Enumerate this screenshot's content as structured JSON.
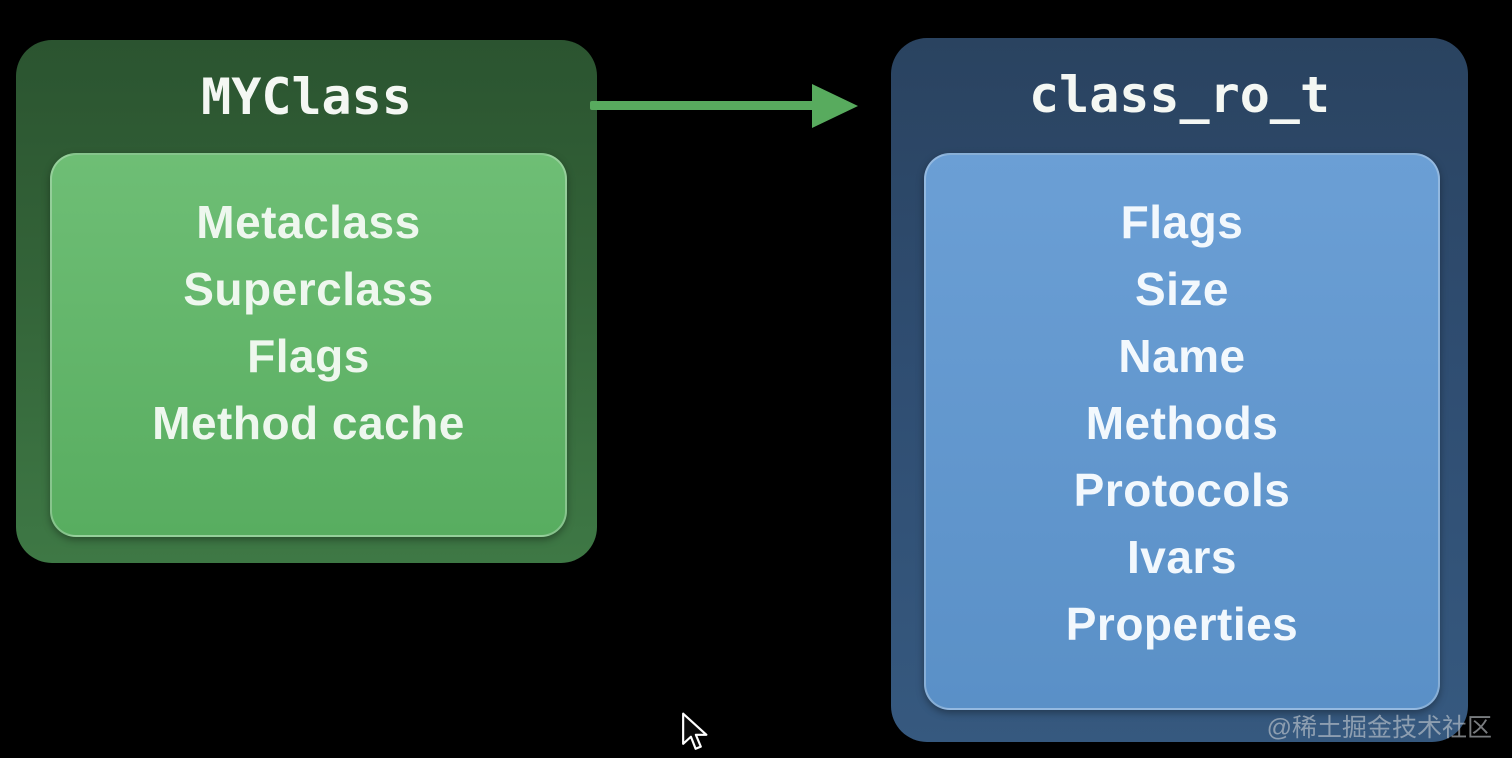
{
  "page": {
    "background": "#000000",
    "watermark": "@稀土掘金技术社区",
    "cursor": "arrow-pointer"
  },
  "diagram": {
    "arrow": {
      "from": "MYClass",
      "to": "class_ro_t",
      "color": "#58ab5e",
      "direction": "right"
    },
    "nodes": [
      {
        "title": "MYClass",
        "outer_color": "#33613a",
        "inner_color": "#61b468",
        "fields": [
          "Metaclass",
          "Superclass",
          "Flags",
          "Method cache"
        ]
      },
      {
        "title": "class_ro_t",
        "outer_color": "#2f4d73",
        "inner_color": "#6196ce",
        "fields": [
          "Flags",
          "Size",
          "Name",
          "Methods",
          "Protocols",
          "Ivars",
          "Properties"
        ]
      }
    ]
  }
}
